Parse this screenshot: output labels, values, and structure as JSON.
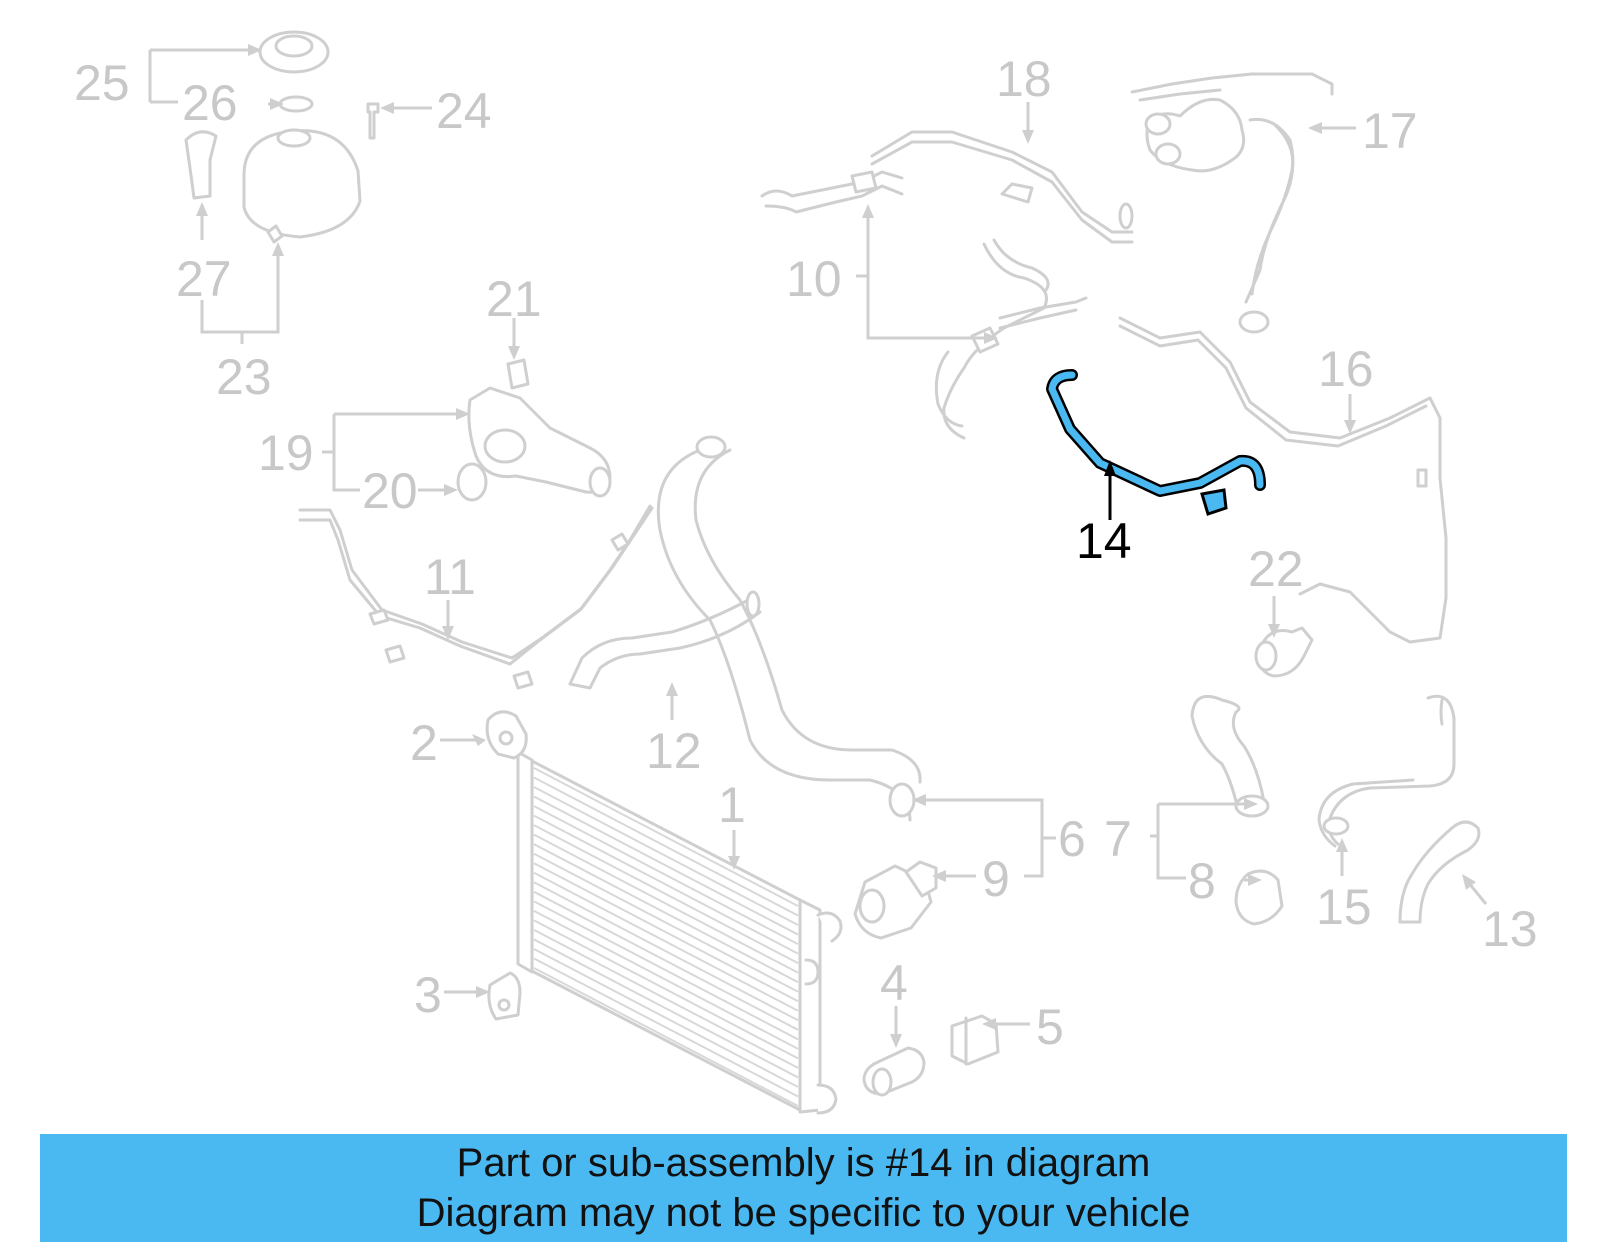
{
  "callouts": [
    "1",
    "2",
    "3",
    "4",
    "5",
    "6",
    "7",
    "8",
    "9",
    "10",
    "11",
    "12",
    "13",
    "14",
    "15",
    "16",
    "17",
    "18",
    "19",
    "20",
    "21",
    "22",
    "23",
    "24",
    "25",
    "26",
    "27"
  ],
  "highlighted_part": "14",
  "colors": {
    "highlight": "#4ab9f2",
    "line": "#cfcfcf",
    "label": "#c8c8c8",
    "banner": "#4ab9f2"
  },
  "banner": {
    "line1": "Part or sub-assembly is #14 in diagram",
    "line2": "Diagram may not be specific to your vehicle"
  }
}
